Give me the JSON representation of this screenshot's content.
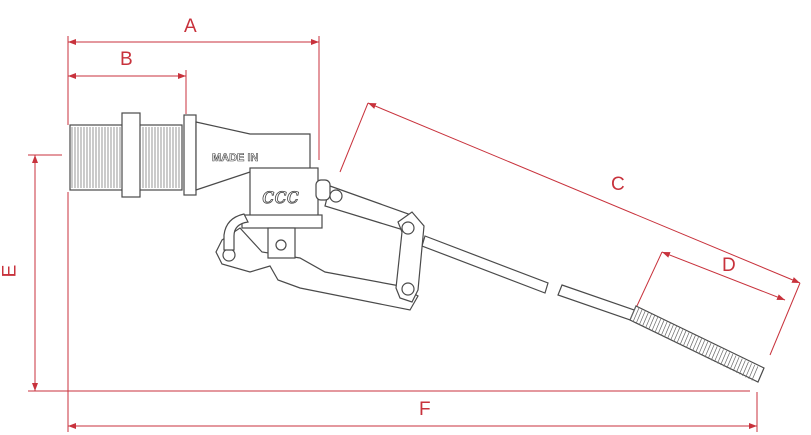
{
  "dimensions": {
    "A": "A",
    "B": "B",
    "C": "C",
    "D": "D",
    "E": "E",
    "F": "F"
  },
  "part_marking": "MADE IN",
  "colors": {
    "dimension_line": "#c8323c",
    "outline": "#4a4a4a"
  }
}
